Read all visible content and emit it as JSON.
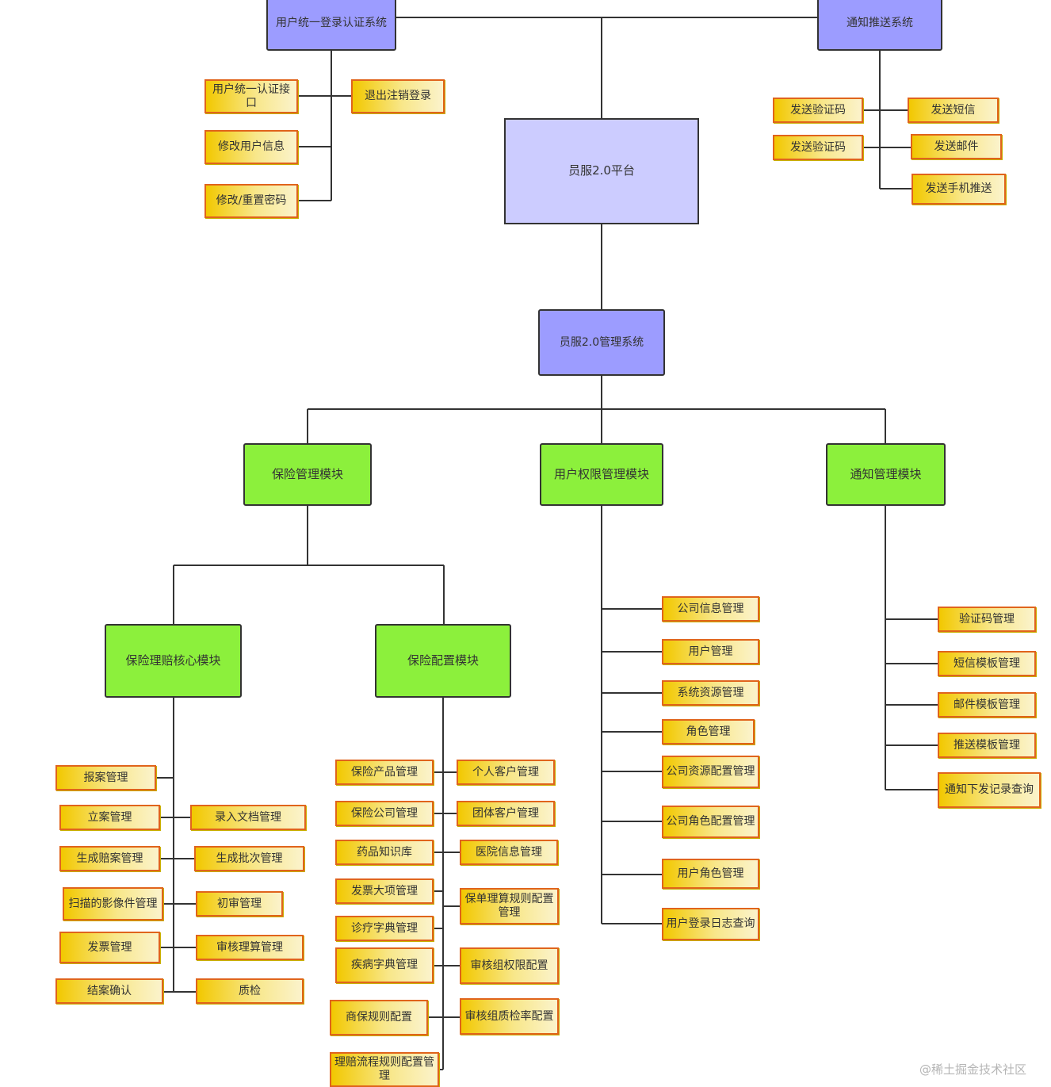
{
  "platform": "员服2.0平台",
  "systems": {
    "auth": "用户统一登录认证系统",
    "notify": "通知推送系统",
    "management": "员服2.0管理系统"
  },
  "auth_items": [
    "用户统一认证接口",
    "退出注销登录",
    "修改用户信息",
    "修改/重置密码"
  ],
  "notify_items": [
    "发送验证码",
    "发送验证码",
    "发送短信",
    "发送邮件",
    "发送手机推送"
  ],
  "modules": {
    "insurance": "保险管理模块",
    "user_perm": "用户权限管理模块",
    "notice": "通知管理模块",
    "claims_core": "保险理赔核心模块",
    "config": "保险配置模块"
  },
  "claims_left": [
    "报案管理",
    "立案管理",
    "生成赔案管理",
    "扫描的影像件管理",
    "发票管理",
    "结案确认"
  ],
  "claims_right": [
    "录入文档管理",
    "生成批次管理",
    "初审管理",
    "审核理算管理",
    "质检"
  ],
  "config_left": [
    "保险产品管理",
    "保险公司管理",
    "药品知识库",
    "发票大项管理",
    "诊疗字典管理",
    "疾病字典管理",
    "商保规则配置",
    "理赔流程规则配置管理"
  ],
  "config_right": [
    "个人客户管理",
    "团体客户管理",
    "医院信息管理",
    "保单理算规则配置管理",
    "审核组权限配置",
    "审核组质检率配置"
  ],
  "user_items": [
    "公司信息管理",
    "用户管理",
    "系统资源管理",
    "角色管理",
    "公司资源配置管理",
    "公司角色配置管理",
    "用户角色管理",
    "用户登录日志查询"
  ],
  "notice_items": [
    "验证码管理",
    "短信模板管理",
    "邮件模板管理",
    "推送模板管理",
    "通知下发记录查询"
  ],
  "watermark": "@稀土掘金技术社区",
  "colors": {
    "system_fill": "#9c9cff",
    "platform_fill": "#ccccff",
    "module_fill": "#8cf03c",
    "leaf_fill": "#f2c800",
    "leaf_border": "#e0641c",
    "line": "#333333"
  }
}
